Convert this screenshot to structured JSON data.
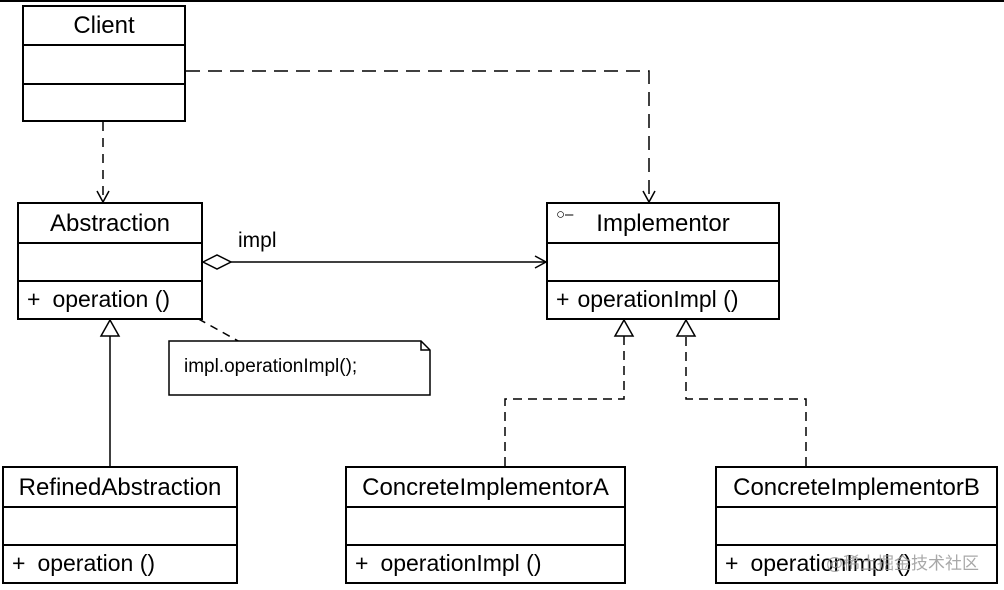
{
  "classes": {
    "client": {
      "name": "Client"
    },
    "abstraction": {
      "name": "Abstraction",
      "operation": "operation ()",
      "visibility": "+"
    },
    "implementor": {
      "name": "Implementor",
      "operation": "operationImpl ()",
      "visibility": "+",
      "interface_mark": "○–"
    },
    "refined_abstraction": {
      "name": "RefinedAbstraction",
      "operation": "operation ()",
      "visibility": "+"
    },
    "concrete_a": {
      "name": "ConcreteImplementorA",
      "operation": "operationImpl ()",
      "visibility": "+"
    },
    "concrete_b": {
      "name": "ConcreteImplementorB",
      "operation": "operationImpl ()",
      "visibility": "+"
    }
  },
  "association_label": "impl",
  "note": {
    "text": "impl.operationImpl();"
  },
  "watermark": "@稀土掘金技术社区"
}
